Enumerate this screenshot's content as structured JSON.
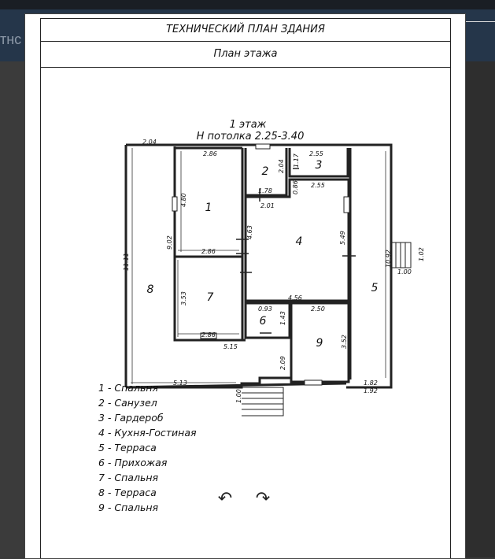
{
  "header": {
    "title": "ТЕХНИЧЕСКИЙ ПЛАН ЗДАНИЯ",
    "subtitle": "План этажа",
    "logo_text": "тнс"
  },
  "plan": {
    "floor_label": "1 этаж",
    "ceiling_label": "Н потолка 2.25-3.40",
    "room_numbers": [
      "1",
      "2",
      "3",
      "4",
      "5",
      "6",
      "7",
      "8",
      "9"
    ],
    "dimensions": {
      "d204": "2.04",
      "d286a": "2.86",
      "d255a": "2.55",
      "d117": "1.17",
      "d204b": "2.04",
      "d178": "1.78",
      "d086": "0.86",
      "d255b": "2.55",
      "d201": "2.01",
      "d480": "4.80",
      "d463": "4.63",
      "d902": "9.02",
      "d549": "5.49",
      "d1111": "11.11",
      "d1092": "10.92",
      "d102": "1.02",
      "d100a": "1.00",
      "d286b": "2.86",
      "d353": "3.53",
      "d093": "0.93",
      "d456": "4.56",
      "d250": "2.50",
      "d143": "1.43",
      "d286c": "2.86",
      "d515": "5.15",
      "d352": "3.52",
      "d209": "2.09",
      "d513": "5.13",
      "d182": "1.82",
      "d192": "1.92",
      "d100b": "1.00"
    }
  },
  "legend": [
    "1 - Спальня",
    "2 - Санузел",
    "3 - Гардероб",
    "4 - Кухня-Гостиная",
    "5 - Терраса",
    "6 - Прихожая",
    "7 - Спальня",
    "8 - Терраса",
    "9 - Спальня"
  ],
  "controls": {
    "rotate_left": "↶",
    "rotate_right": "↷"
  }
}
